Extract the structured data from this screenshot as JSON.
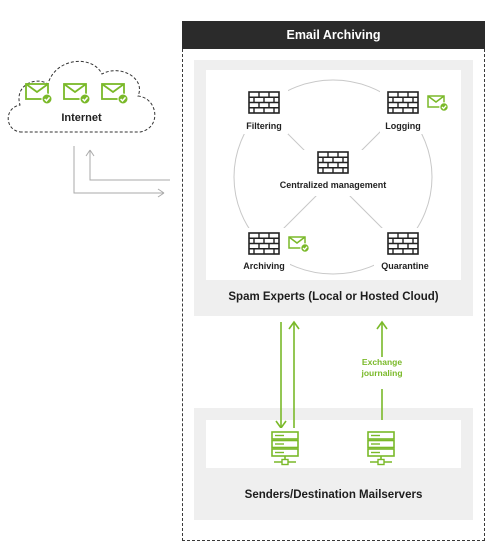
{
  "header": {
    "title": "Email Archiving"
  },
  "cloud": {
    "label": "Internet"
  },
  "nodes": {
    "filtering": "Filtering",
    "logging": "Logging",
    "centralized": "Centralized management",
    "archiving": "Archiving",
    "quarantine": "Quarantine"
  },
  "panels": {
    "spam_experts": "Spam Experts (Local or Hosted Cloud)",
    "mailservers": "Senders/Destination Mailservers"
  },
  "annotations": {
    "journaling_line1": "Exchange",
    "journaling_line2": "journaling"
  },
  "colors": {
    "accent_green": "#7ab929",
    "dark_bar": "#2b2b2b",
    "panel_grey": "#efefef",
    "line_grey": "#c8c8c8"
  },
  "icons": {
    "firewall": "brick-wall-icon",
    "envelope": "envelope-check-icon",
    "server": "server-icon"
  }
}
